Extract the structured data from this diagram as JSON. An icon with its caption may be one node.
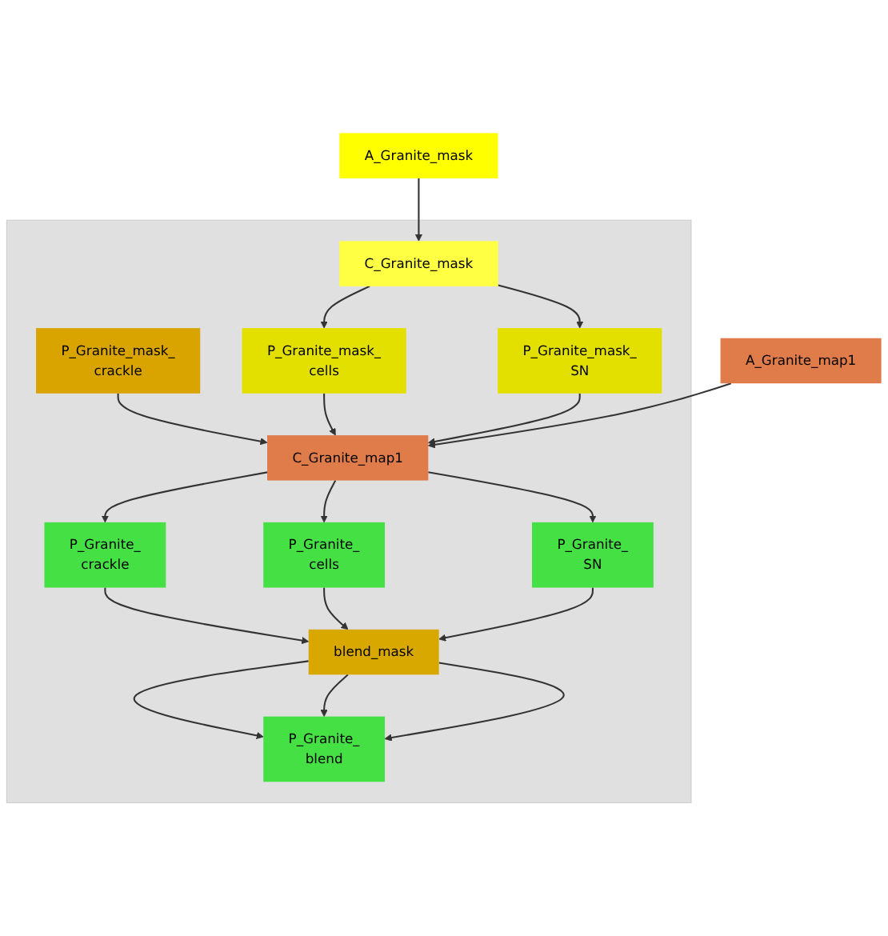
{
  "diagram": {
    "nodes": [
      {
        "text": [
          "A_Granite_mask"
        ]
      },
      {
        "text": [],
        "shape": "box"
      },
      {
        "text": [
          "C_Granite_mask"
        ],
        "in": 1
      },
      {
        "text": [
          "P_Granite_mask_",
          "crackle"
        ],
        "in": 1
      },
      {
        "text": [
          "P_Granite_mask_",
          "cells"
        ],
        "in": 1
      },
      {
        "text": [
          "P_Granite_mask_",
          "SN"
        ],
        "in": 1
      },
      {
        "text": [
          "C_Granite_map1"
        ],
        "in": 1
      },
      {
        "text": [
          "A_Granite_map1"
        ]
      },
      {
        "text": [
          "P_Granite_",
          "crackle"
        ],
        "in": 1
      },
      {
        "text": [
          "P_Granite_",
          "cells"
        ],
        "in": 1
      },
      {
        "text": [
          "P_Granite_",
          "SN"
        ],
        "in": 1
      },
      {
        "text": [
          "blend_mask"
        ],
        "in": 1
      },
      {
        "text": [
          "P_Granite_",
          "blend"
        ],
        "in": 1
      }
    ],
    "edges": [
      {
        "from": 0,
        "to": 2,
        "arrow": "to"
      },
      {
        "from": 2,
        "to": 4,
        "arrow": "to"
      },
      {
        "from": 2,
        "to": 5,
        "arrow": "to"
      },
      {
        "from": 3,
        "to": 6,
        "arrow": "to"
      },
      {
        "from": 4,
        "to": 6,
        "arrow": "to"
      },
      {
        "from": 5,
        "to": 6,
        "arrow": "to"
      },
      {
        "from": 7,
        "to": 6,
        "arrow": "to"
      },
      {
        "from": 6,
        "to": 8,
        "arrow": "to"
      },
      {
        "from": 6,
        "to": 9,
        "arrow": "to"
      },
      {
        "from": 6,
        "to": 10,
        "arrow": "to"
      },
      {
        "from": 8,
        "to": 11,
        "arrow": "to"
      },
      {
        "from": 9,
        "to": 11,
        "arrow": "to"
      },
      {
        "from": 10,
        "to": 11,
        "arrow": "to"
      },
      {
        "from": 11,
        "to": 12,
        "arrow": "to"
      },
      {
        "from": 11,
        "to": 12,
        "arrow": "to"
      },
      {
        "from": 11,
        "to": 12,
        "arrow": "to"
      }
    ]
  }
}
